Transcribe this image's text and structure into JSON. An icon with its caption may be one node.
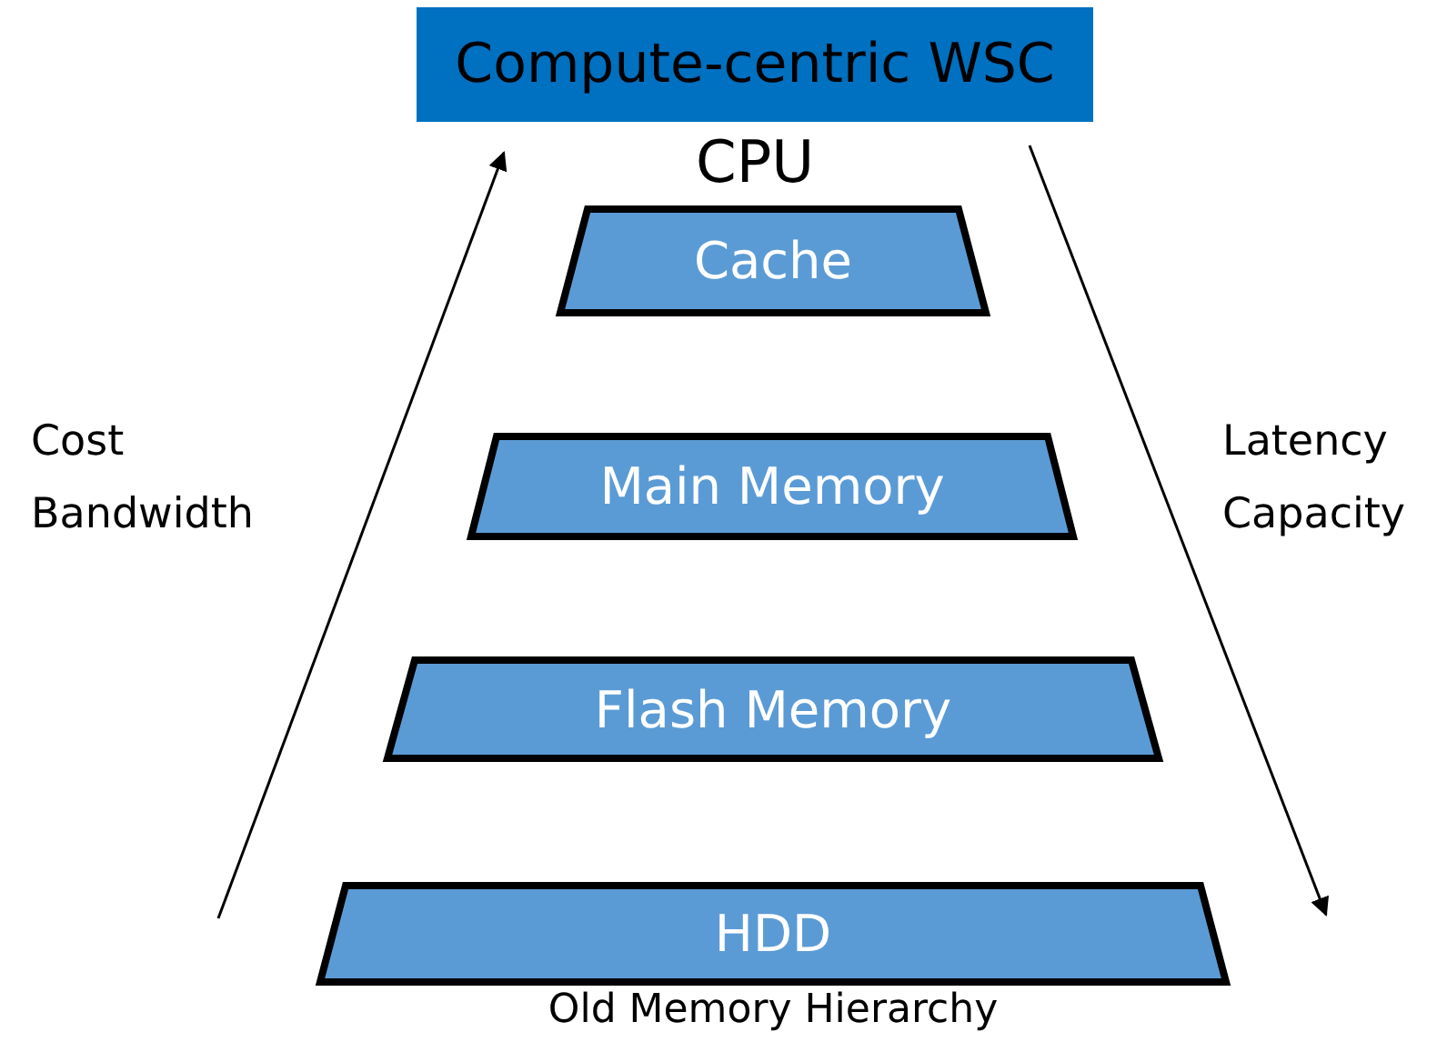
{
  "diagram": {
    "nodes": [
      {
        "text": [
          "Compute-centric WSC"
        ]
      },
      {
        "text": [
          "Cache"
        ]
      },
      {
        "text": [
          "Main Memory"
        ]
      },
      {
        "text": [
          "Flash Memory"
        ]
      },
      {
        "text": [
          "HDD"
        ]
      }
    ],
    "labels": [
      "CPU",
      "Cost",
      "Bandwidth",
      "Latency",
      "Capacity",
      "Old Memory Hierarchy"
    ]
  }
}
